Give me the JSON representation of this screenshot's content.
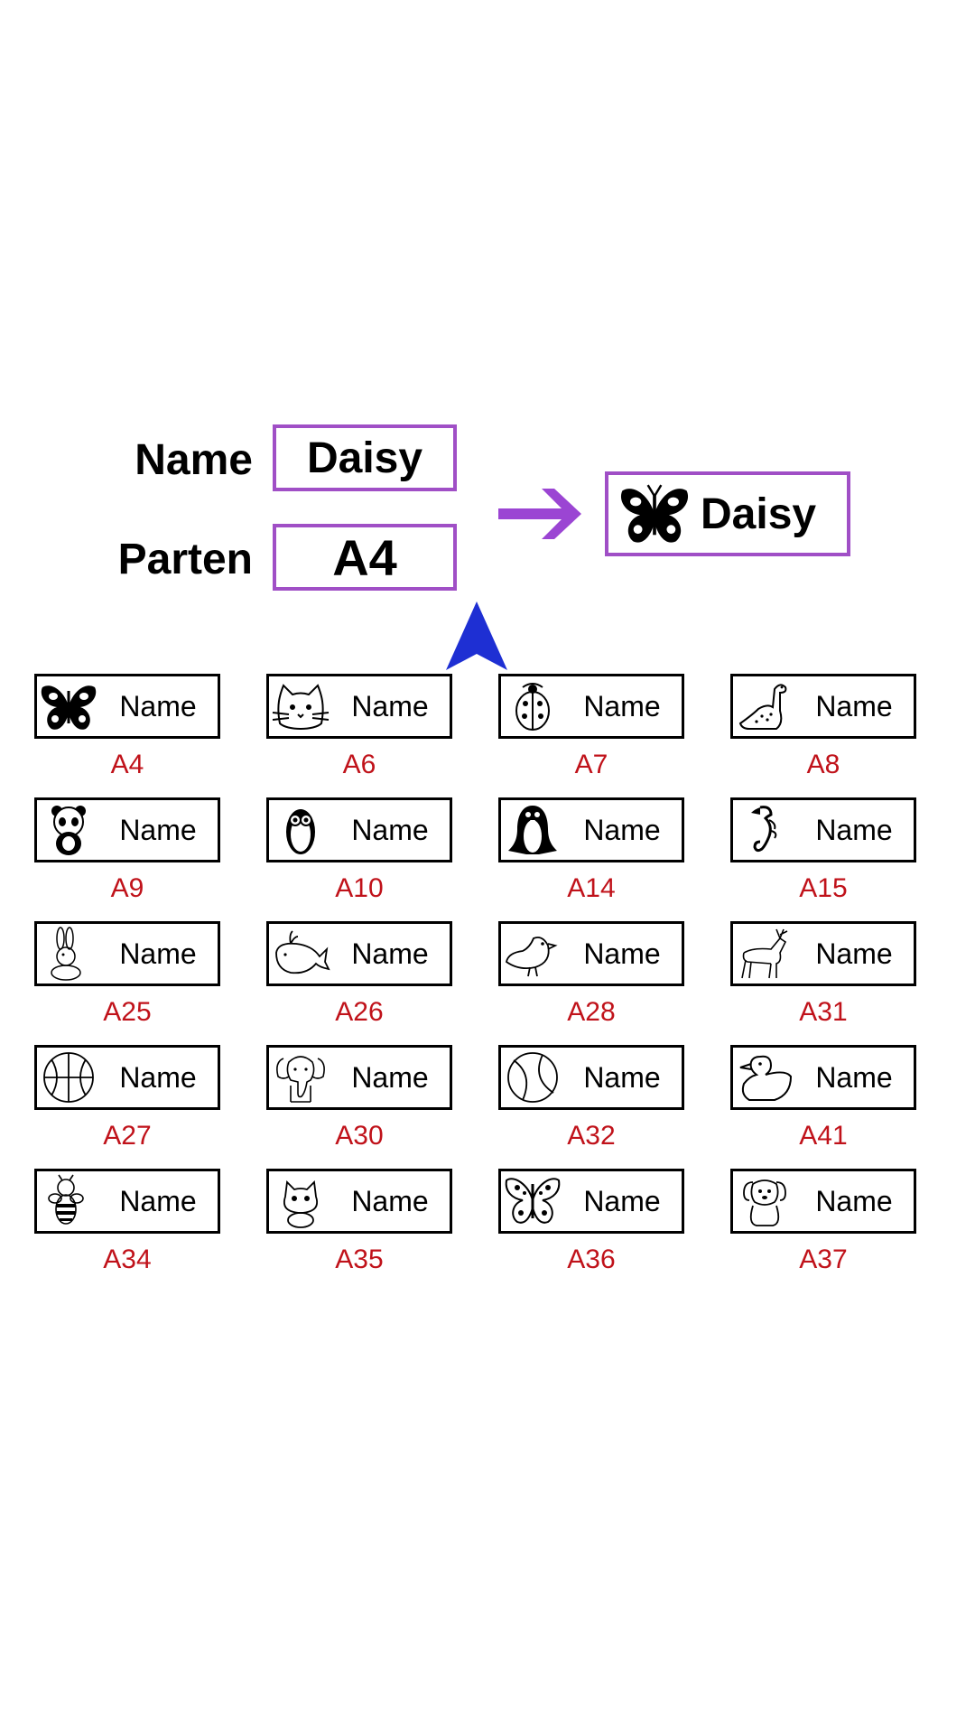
{
  "form": {
    "name_label": "Name",
    "name_value": "Daisy",
    "pattern_label": "Parten",
    "pattern_value": "A4"
  },
  "preview": {
    "text": "Daisy",
    "icon": "butterfly-icon"
  },
  "colors": {
    "box_border": "#a04fc6",
    "arrow_right": "#9b45d3",
    "arrow_up": "#1e2fd3",
    "code_text": "#c0121a"
  },
  "labels": [
    {
      "code": "A4",
      "text": "Name",
      "icon": "butterfly-icon"
    },
    {
      "code": "A6",
      "text": "Name",
      "icon": "cat-icon"
    },
    {
      "code": "A7",
      "text": "Name",
      "icon": "ladybug-icon"
    },
    {
      "code": "A8",
      "text": "Name",
      "icon": "dinosaur-icon"
    },
    {
      "code": "A9",
      "text": "Name",
      "icon": "panda-icon"
    },
    {
      "code": "A10",
      "text": "Name",
      "icon": "owl-icon"
    },
    {
      "code": "A14",
      "text": "Name",
      "icon": "penguin-icon"
    },
    {
      "code": "A15",
      "text": "Name",
      "icon": "seahorse-icon"
    },
    {
      "code": "A25",
      "text": "Name",
      "icon": "rabbit-icon"
    },
    {
      "code": "A26",
      "text": "Name",
      "icon": "whale-icon"
    },
    {
      "code": "A28",
      "text": "Name",
      "icon": "bird-icon"
    },
    {
      "code": "A31",
      "text": "Name",
      "icon": "deer-icon"
    },
    {
      "code": "A27",
      "text": "Name",
      "icon": "basketball-icon"
    },
    {
      "code": "A30",
      "text": "Name",
      "icon": "elephant-icon"
    },
    {
      "code": "A32",
      "text": "Name",
      "icon": "tennis-ball-icon"
    },
    {
      "code": "A41",
      "text": "Name",
      "icon": "duck-icon"
    },
    {
      "code": "A34",
      "text": "Name",
      "icon": "bee-icon"
    },
    {
      "code": "A35",
      "text": "Name",
      "icon": "kitten-icon"
    },
    {
      "code": "A36",
      "text": "Name",
      "icon": "ornate-butterfly-icon"
    },
    {
      "code": "A37",
      "text": "Name",
      "icon": "puppy-icon"
    }
  ]
}
